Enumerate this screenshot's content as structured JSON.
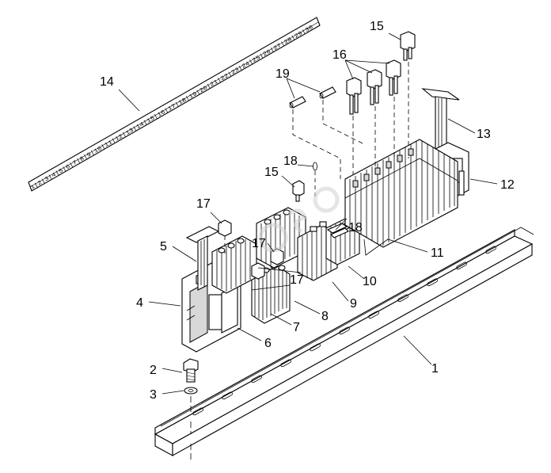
{
  "callouts": [
    {
      "id": "1",
      "text": "1"
    },
    {
      "id": "2",
      "text": "2"
    },
    {
      "id": "3",
      "text": "3"
    },
    {
      "id": "4",
      "text": "4"
    },
    {
      "id": "5",
      "text": "5"
    },
    {
      "id": "6",
      "text": "6"
    },
    {
      "id": "7",
      "text": "7"
    },
    {
      "id": "8",
      "text": "8"
    },
    {
      "id": "9",
      "text": "9"
    },
    {
      "id": "10",
      "text": "10"
    },
    {
      "id": "11",
      "text": "11"
    },
    {
      "id": "12",
      "text": "12"
    },
    {
      "id": "13",
      "text": "13"
    },
    {
      "id": "14",
      "text": "14"
    },
    {
      "id": "15a",
      "text": "15"
    },
    {
      "id": "15b",
      "text": "15"
    },
    {
      "id": "16",
      "text": "16"
    },
    {
      "id": "17a",
      "text": "17"
    },
    {
      "id": "17b",
      "text": "17"
    },
    {
      "id": "17c",
      "text": "17"
    },
    {
      "id": "18a",
      "text": "18"
    },
    {
      "id": "18b",
      "text": "18"
    },
    {
      "id": "19",
      "text": "19"
    }
  ],
  "marker_strip_text": "1|2|3|4|5|6|7|8|9|10|11|12|13|14|15|16|17|18|19|20|21|22|23|24|25|26|27|28|29|30",
  "watermark_text": "PSO"
}
